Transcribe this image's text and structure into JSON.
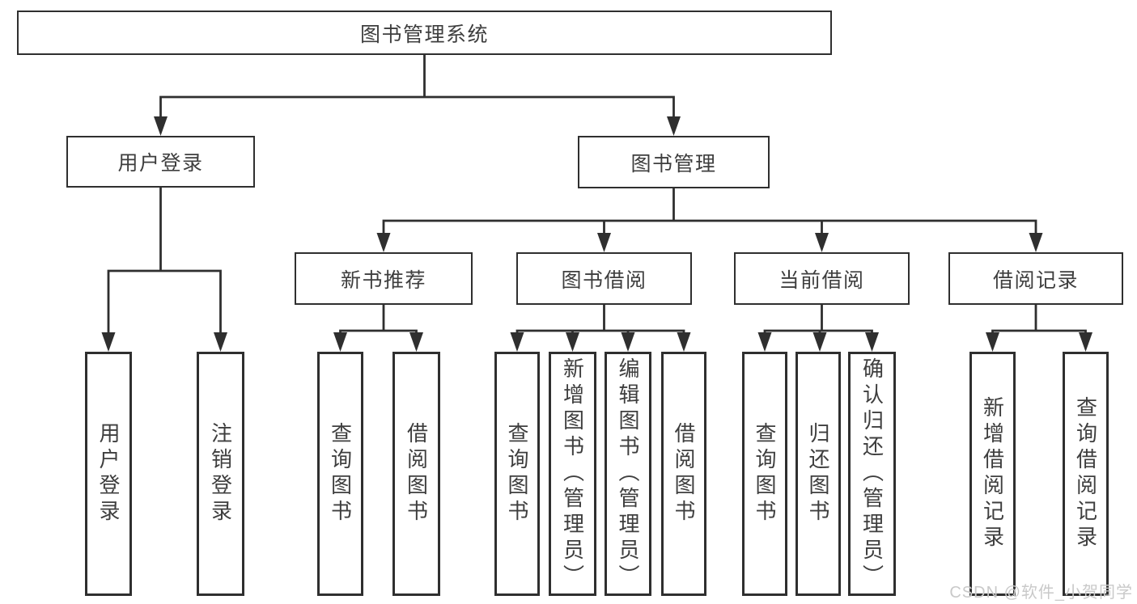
{
  "tree": {
    "root": {
      "label": "图书管理系统"
    },
    "branches": [
      {
        "label": "用户登录",
        "children": [
          {
            "label": "用户登录"
          },
          {
            "label": "注销登录"
          }
        ]
      },
      {
        "label": "图书管理",
        "children": [
          {
            "label": "新书推荐",
            "children": [
              {
                "label": "查询图书"
              },
              {
                "label": "借阅图书"
              }
            ]
          },
          {
            "label": "图书借阅",
            "children": [
              {
                "label": "查询图书"
              },
              {
                "label": "新增图书（管理员）"
              },
              {
                "label": "编辑图书（管理员）"
              },
              {
                "label": "借阅图书"
              }
            ]
          },
          {
            "label": "当前借阅",
            "children": [
              {
                "label": "查询图书"
              },
              {
                "label": "归还图书"
              },
              {
                "label": "确认归还（管理员）"
              }
            ]
          },
          {
            "label": "借阅记录",
            "children": [
              {
                "label": "新增借阅记录"
              },
              {
                "label": "查询借阅记录"
              }
            ]
          }
        ]
      }
    ]
  },
  "watermark": {
    "text": "CSDN @软件_小贺同学",
    "color": "#c9c9c9"
  },
  "colors": {
    "line": "#2f2f2f",
    "border": "#2f2f2f",
    "text": "#3e3e3e",
    "background": "#ffffff"
  }
}
